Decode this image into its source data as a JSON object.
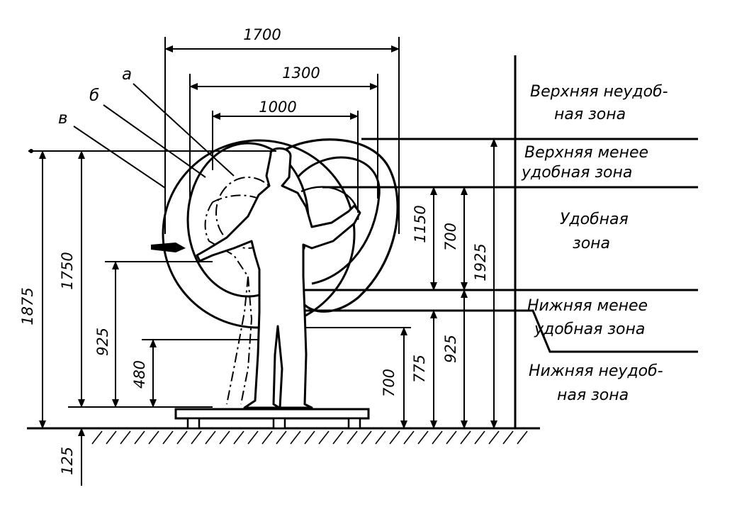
{
  "dimensions": {
    "width_1700": "1700",
    "width_1300": "1300",
    "width_1000": "1000",
    "height_1875": "1875",
    "height_1750": "1750",
    "height_925_left": "925",
    "height_480": "480",
    "height_125": "125",
    "height_700_low": "700",
    "height_775": "775",
    "height_925_right": "925",
    "height_1150": "1150",
    "height_700_mid": "700",
    "height_1925": "1925"
  },
  "arc_labels": {
    "a": "а",
    "b": "б",
    "v": "в"
  },
  "zones": {
    "upper_uncomfortable": [
      "Верхняя неудоб-",
      "ная зона"
    ],
    "upper_less_comfortable": [
      "Верхняя менее",
      "удобная зона"
    ],
    "comfortable": [
      "Удобная",
      "зона"
    ],
    "lower_less_comfortable": [
      "Нижняя менее",
      "удобная зона"
    ],
    "lower_uncomfortable": [
      "Нижняя неудоб-",
      "ная зона"
    ]
  }
}
